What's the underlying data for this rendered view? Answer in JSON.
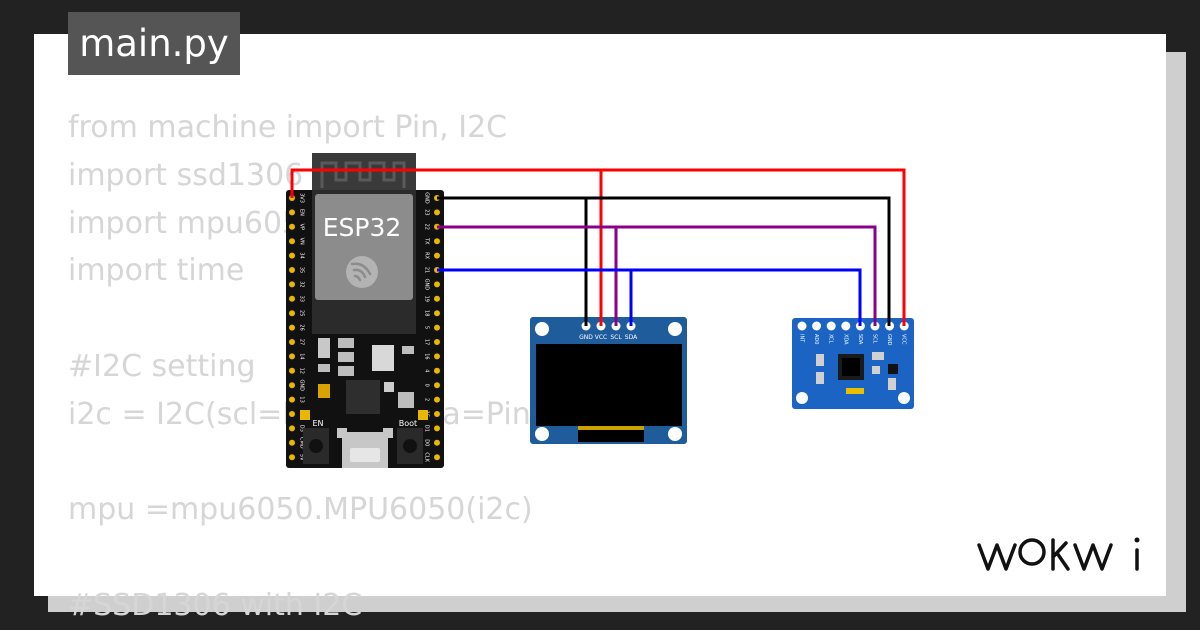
{
  "tab": {
    "filename": "main.py"
  },
  "code": {
    "lines": [
      "from machine import Pin, I2C",
      "import ssd1306",
      "import mpu6050",
      "import time",
      "",
      "#I2C setting",
      "i2c = I2C(scl=Pin(22), sda=Pin(21))",
      "",
      "mpu =mpu6050.MPU6050(i2c)",
      "",
      "#SSD1306 with I2C"
    ]
  },
  "esp32": {
    "label": "ESP32",
    "left_pins": [
      "3V3",
      "EN",
      "VP",
      "VN",
      "34",
      "35",
      "32",
      "33",
      "25",
      "26",
      "27",
      "14",
      "12",
      "GND",
      "13",
      "D2",
      "D3",
      "CMD",
      "5V"
    ],
    "right_pins": [
      "GND",
      "23",
      "22",
      "TX",
      "RX",
      "21",
      "GND",
      "19",
      "18",
      "5",
      "17",
      "16",
      "4",
      "0",
      "2",
      "15",
      "D1",
      "D0",
      "CLK"
    ],
    "en_label": "EN",
    "boot_label": "Boot"
  },
  "oled": {
    "pins": [
      "GND",
      "VCC",
      "SCL",
      "SDA"
    ]
  },
  "mpu6050": {
    "pins": [
      "INT",
      "AD0",
      "XCL",
      "XDA",
      "SDA",
      "SCL",
      "GND",
      "VCC"
    ]
  },
  "wires": {
    "colors": {
      "vcc": "#ff0000",
      "gnd": "#000000",
      "scl": "#8b008b",
      "sda": "#0000ff"
    }
  },
  "brand": {
    "logo_text": "WOKWi"
  }
}
